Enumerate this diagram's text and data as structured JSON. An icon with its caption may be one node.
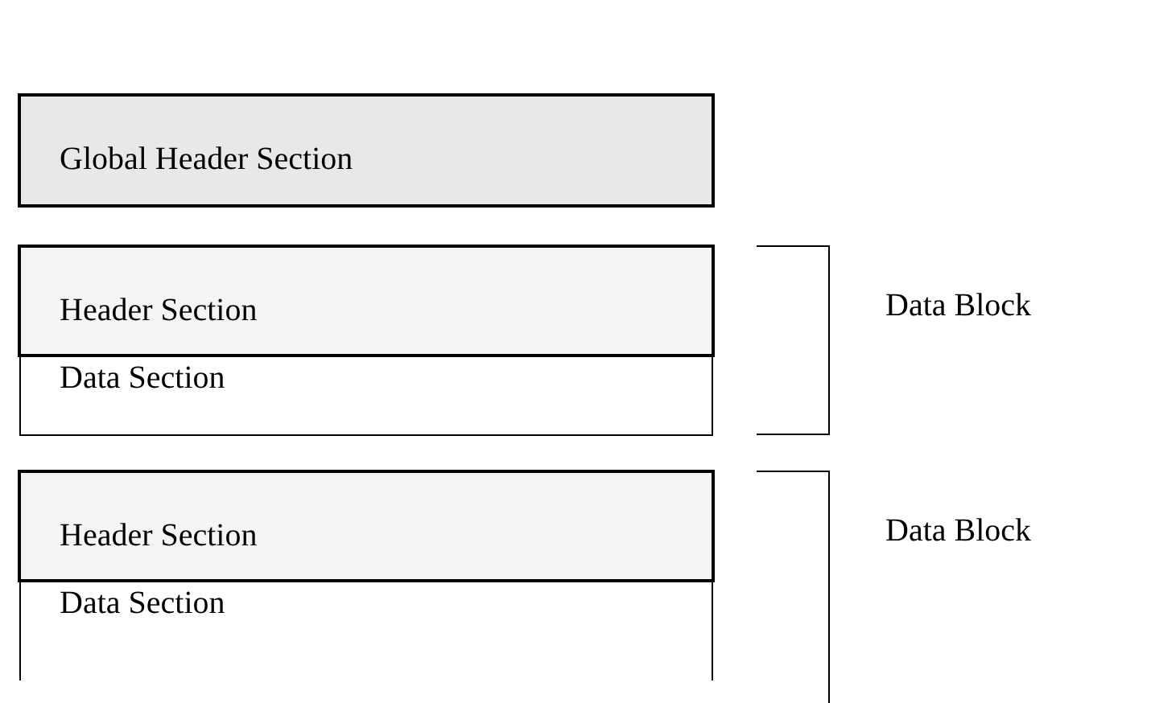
{
  "diagram": {
    "nodes": [
      {
        "text": [
          "Global Header Section"
        ]
      },
      {
        "text": [
          "Header Section"
        ]
      },
      {
        "text": [
          "Data Section"
        ]
      },
      {
        "text": [
          "Header Section"
        ]
      },
      {
        "text": [
          "Data Section"
        ]
      }
    ],
    "labels": [
      "Data Block",
      "Data Block"
    ]
  }
}
